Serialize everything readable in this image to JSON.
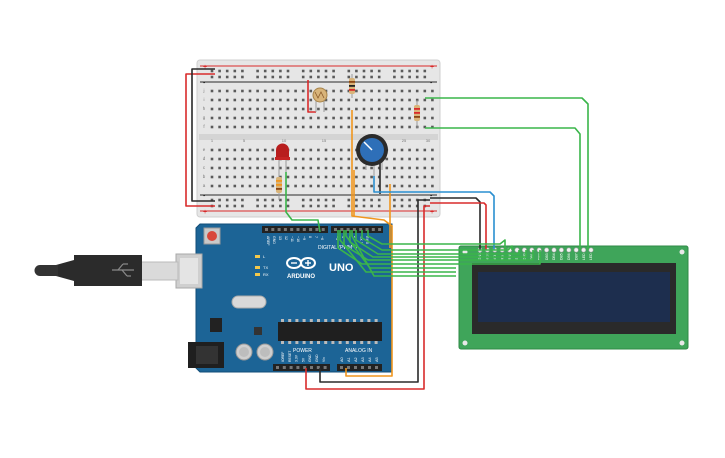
{
  "arduino": {
    "model": "UNO",
    "brand": "ARDUINO",
    "digital_label": "DIGITAL (PWM~)",
    "power_label": "POWER",
    "analog_label": "ANALOG IN",
    "tx_label": "TX",
    "rx_label": "RX",
    "l_label": "L",
    "top_pins": [
      "AREF",
      "GND",
      "13",
      "12",
      "~11",
      "~10",
      "~9",
      "8",
      "7",
      "~6",
      "~5",
      "4",
      "~3",
      "2",
      "TX 1",
      "RX 0"
    ],
    "power_pins": [
      "IOREF",
      "RESET",
      "3.3V",
      "5V",
      "GND",
      "GND",
      "Vin"
    ],
    "analog_pins": [
      "A0",
      "A1",
      "A2",
      "A3",
      "A4",
      "A5"
    ]
  },
  "breadboard": {
    "row_letters_top": [
      "j",
      "i",
      "h",
      "g",
      "f"
    ],
    "row_letters_bottom": [
      "e",
      "d",
      "c",
      "b",
      "a"
    ],
    "column_numbers": [
      "1",
      "5",
      "10",
      "15",
      "20",
      "25",
      "30"
    ],
    "rail_plus": "+",
    "rail_minus": "-"
  },
  "lcd": {
    "pin_labels": [
      "GND",
      "VCC",
      "VO",
      "RS",
      "RW",
      "E",
      "DB0",
      "DB1",
      "DB2",
      "DB3",
      "DB4",
      "DB5",
      "DB6",
      "DB7",
      "LED",
      "LED"
    ],
    "pcb_color": "#3fa55a",
    "screen_color": "#1d2e4e"
  },
  "colors": {
    "wire_red": "#d92b2b",
    "wire_black": "#2a2a2a",
    "wire_green": "#3ab54a",
    "wire_orange": "#f0961e",
    "wire_blue": "#2a8fd0",
    "board_blue": "#1c6496",
    "led_red": "#b81e1e"
  }
}
